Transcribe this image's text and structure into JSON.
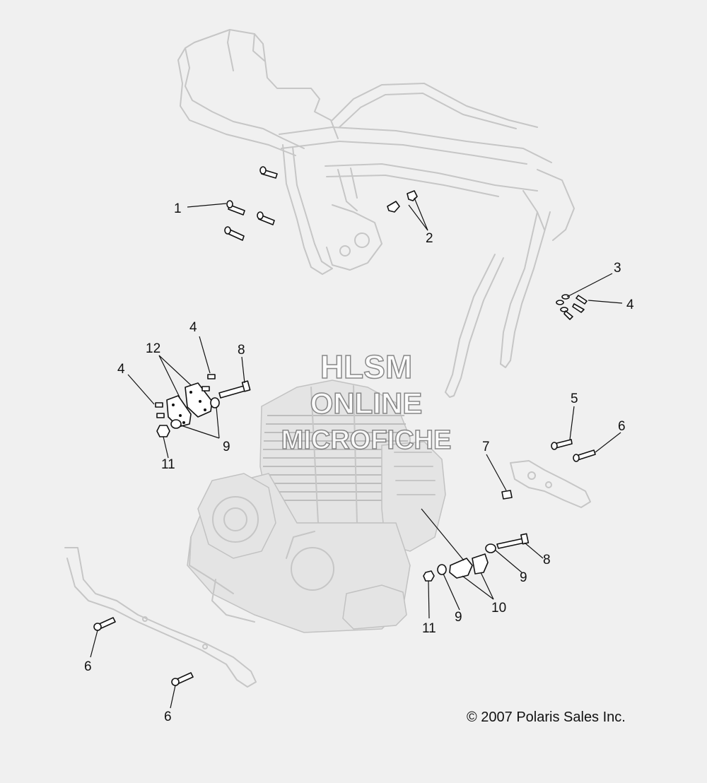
{
  "watermark": {
    "line1": "HLSM",
    "line2": "ONLINE",
    "line3": "MICROFICHE"
  },
  "copyright": "© 2007 Polaris Sales Inc.",
  "callouts": [
    "1",
    "2",
    "3",
    "4",
    "4",
    "4",
    "5",
    "6",
    "6",
    "6",
    "7",
    "8",
    "8",
    "9",
    "9",
    "9",
    "10",
    "11",
    "11",
    "12"
  ]
}
